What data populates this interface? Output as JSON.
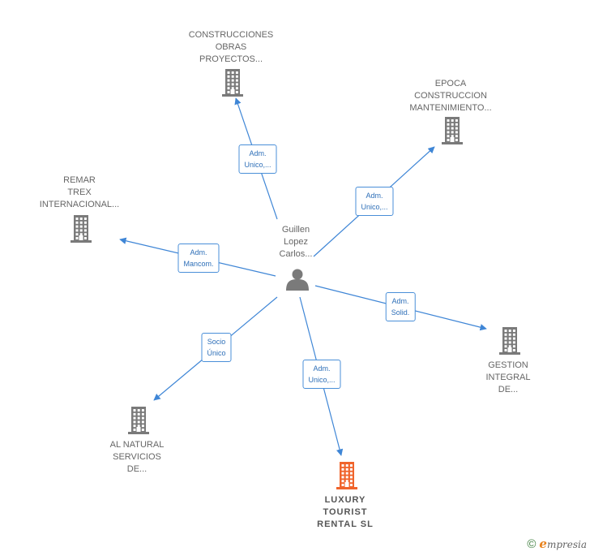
{
  "center": {
    "id": "center",
    "lines": [
      "Guillen",
      "Lopez",
      "Carlos..."
    ],
    "color": "#7a7a7a"
  },
  "companies": [
    {
      "id": "c1",
      "lines": [
        "CONSTRUCCIONES",
        "OBRAS",
        "PROYECTOS..."
      ],
      "color": "#7a7a7a",
      "highlight": false
    },
    {
      "id": "c2",
      "lines": [
        "EPOCA",
        "CONSTRUCCION",
        "MANTENIMIENTO..."
      ],
      "color": "#7a7a7a",
      "highlight": false
    },
    {
      "id": "c3",
      "lines": [
        "REMAR",
        "TREX",
        "INTERNACIONAL..."
      ],
      "color": "#7a7a7a",
      "highlight": false
    },
    {
      "id": "c4",
      "lines": [
        "GESTION",
        "INTEGRAL",
        "DE..."
      ],
      "color": "#7a7a7a",
      "highlight": false
    },
    {
      "id": "c5",
      "lines": [
        "AL NATURAL",
        "SERVICIOS",
        "DE..."
      ],
      "color": "#7a7a7a",
      "highlight": false
    },
    {
      "id": "c6",
      "lines": [
        "LUXURY",
        "TOURIST",
        "RENTAL  SL"
      ],
      "color": "#f0642c",
      "highlight": true
    }
  ],
  "relations": [
    {
      "target": "c1",
      "lines": [
        "Adm.",
        "Unico,..."
      ]
    },
    {
      "target": "c2",
      "lines": [
        "Adm.",
        "Unico,..."
      ]
    },
    {
      "target": "c3",
      "lines": [
        "Adm.",
        "Mancom."
      ]
    },
    {
      "target": "c4",
      "lines": [
        "Adm.",
        "Solid."
      ]
    },
    {
      "target": "c5",
      "lines": [
        "Socio",
        "Único"
      ]
    },
    {
      "target": "c6",
      "lines": [
        "Adm.",
        "Unico,..."
      ]
    }
  ],
  "colors": {
    "edge": "#3f86d6",
    "icon": "#7a7a7a",
    "highlight": "#f0642c"
  },
  "footer": {
    "copyright": "©",
    "brand_first": "e",
    "brand_rest": "mpresia"
  }
}
